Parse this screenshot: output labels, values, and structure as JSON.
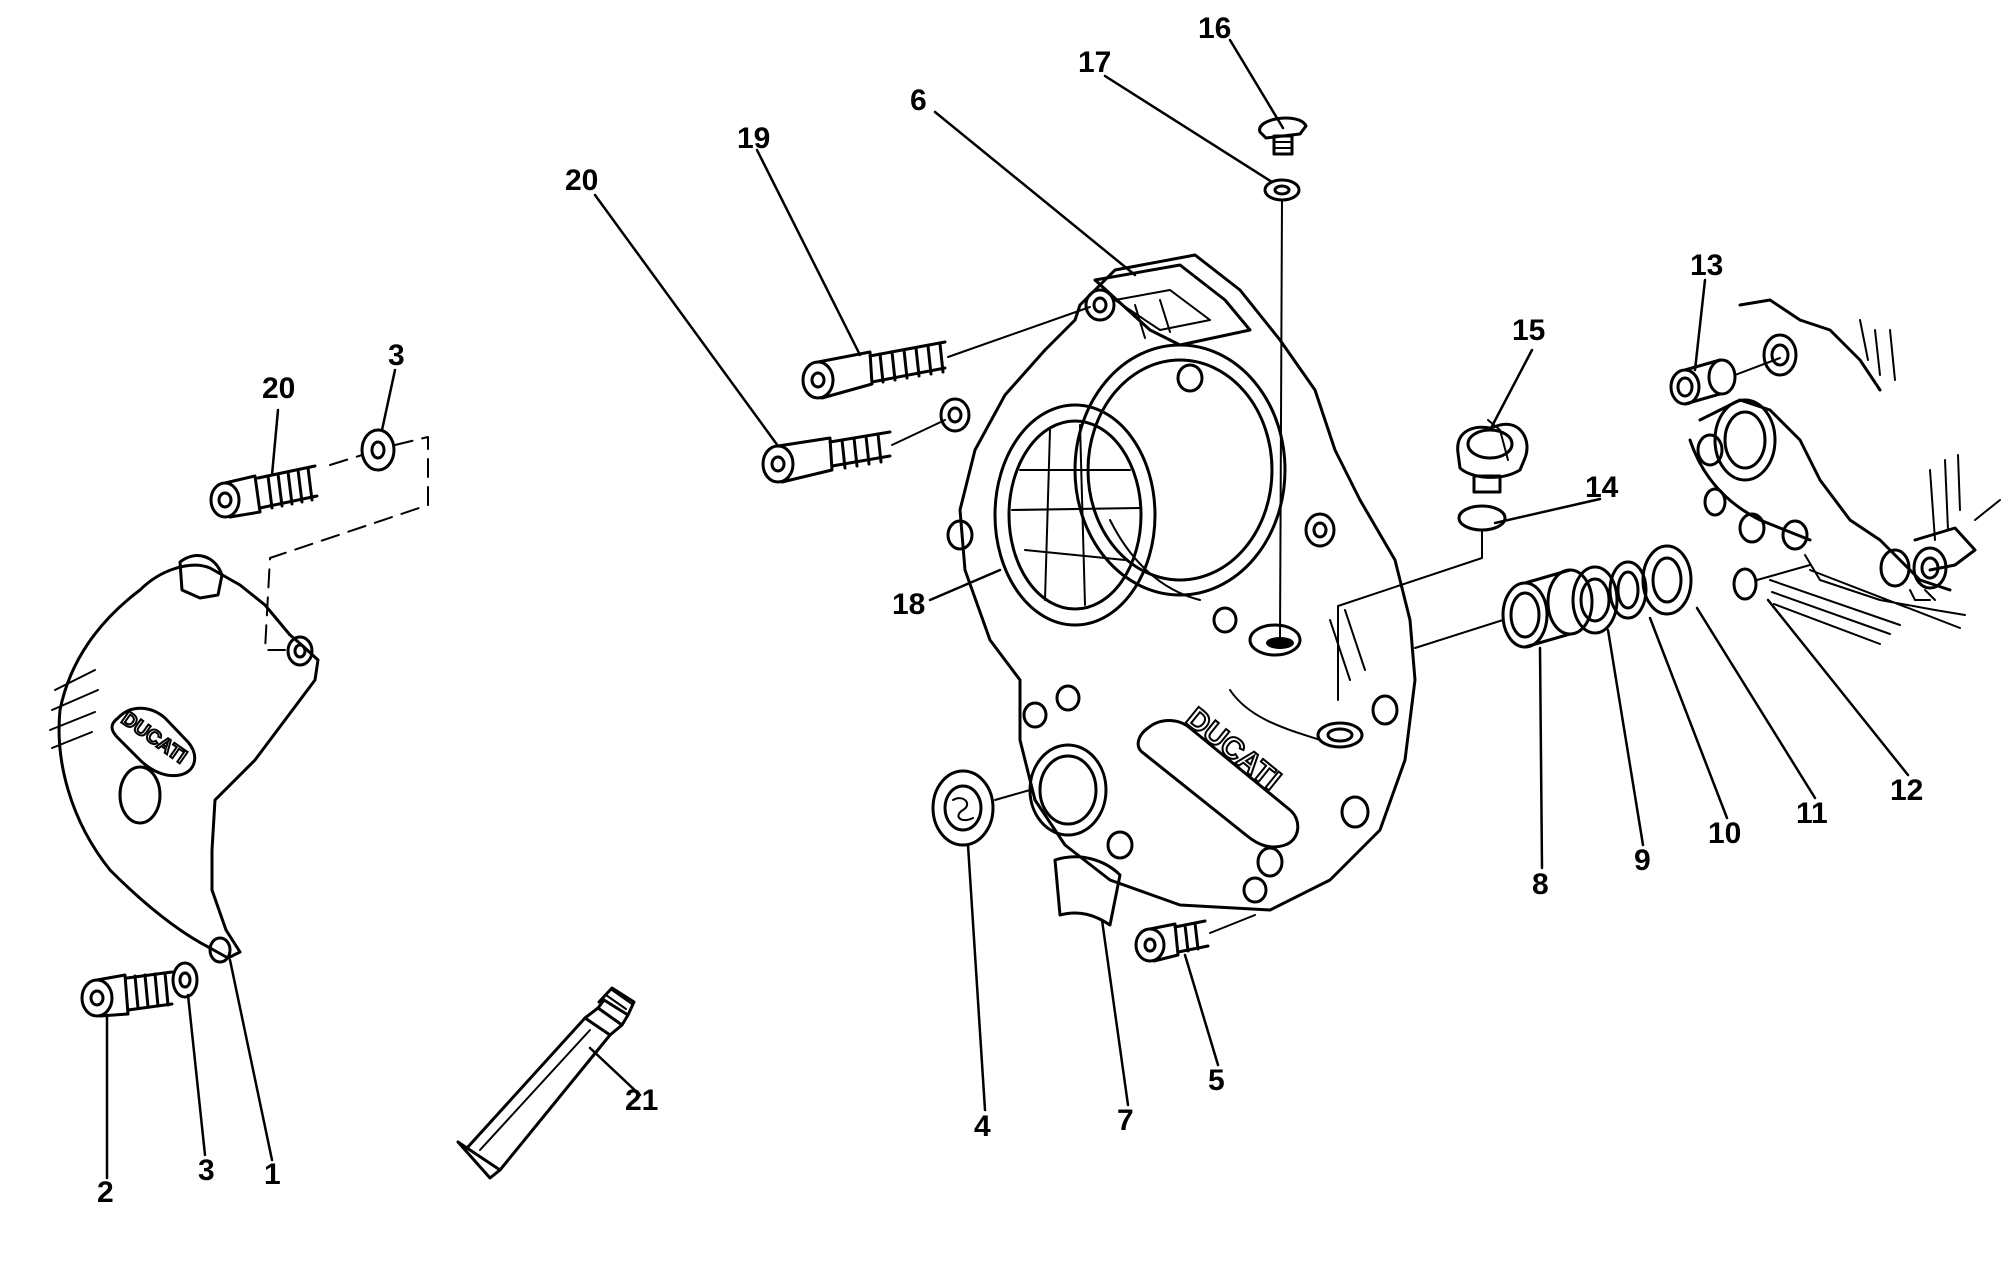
{
  "diagram": {
    "subject": "Exploded view of clutch-side engine cover assembly",
    "logo_text": "DUCATI",
    "callouts": [
      {
        "id": "c1",
        "label": "1"
      },
      {
        "id": "c2",
        "label": "2"
      },
      {
        "id": "c3a",
        "label": "3"
      },
      {
        "id": "c3b",
        "label": "3"
      },
      {
        "id": "c4",
        "label": "4"
      },
      {
        "id": "c5",
        "label": "5"
      },
      {
        "id": "c6",
        "label": "6"
      },
      {
        "id": "c7",
        "label": "7"
      },
      {
        "id": "c8",
        "label": "8"
      },
      {
        "id": "c9",
        "label": "9"
      },
      {
        "id": "c10",
        "label": "10"
      },
      {
        "id": "c11",
        "label": "11"
      },
      {
        "id": "c12",
        "label": "12"
      },
      {
        "id": "c13",
        "label": "13"
      },
      {
        "id": "c14",
        "label": "14"
      },
      {
        "id": "c15",
        "label": "15"
      },
      {
        "id": "c16",
        "label": "16"
      },
      {
        "id": "c17",
        "label": "17"
      },
      {
        "id": "c18",
        "label": "18"
      },
      {
        "id": "c19",
        "label": "19"
      },
      {
        "id": "c20a",
        "label": "20"
      },
      {
        "id": "c20b",
        "label": "20"
      },
      {
        "id": "c21",
        "label": "21"
      }
    ]
  }
}
